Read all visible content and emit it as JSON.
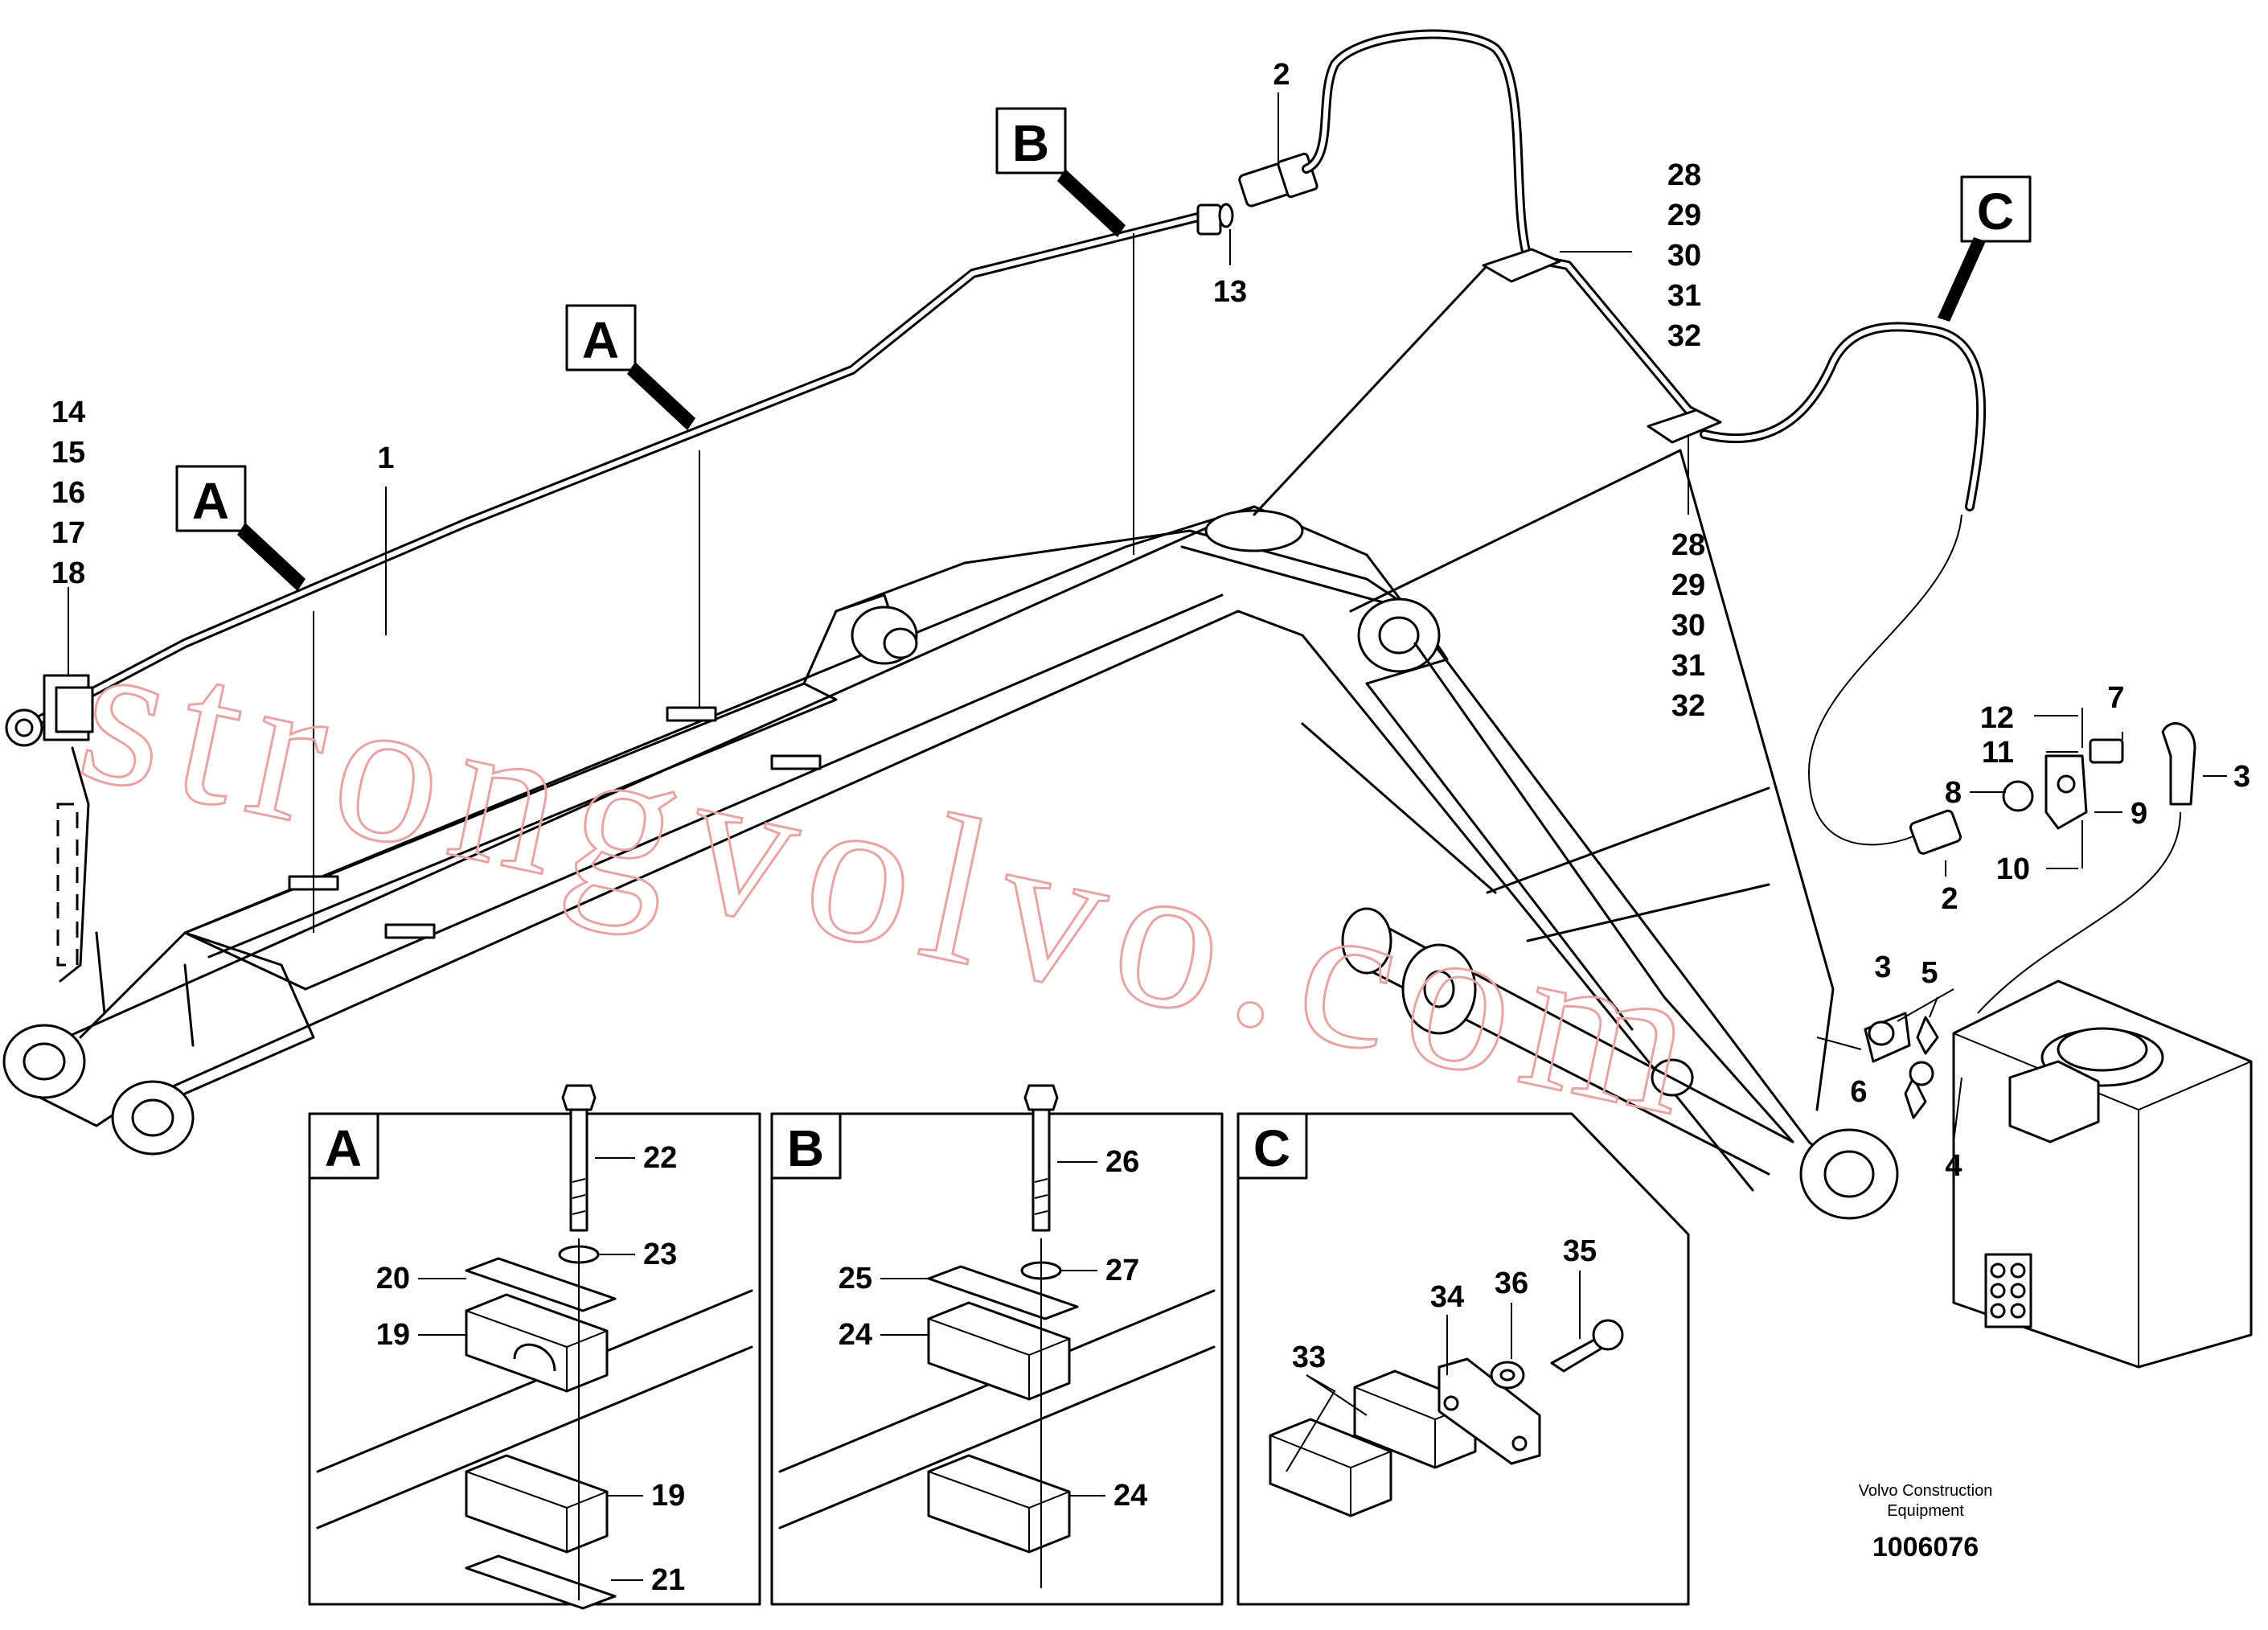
{
  "watermark": "strongvolvo.com",
  "callouts": {
    "tag_a1": "A",
    "tag_a2": "A",
    "tag_b": "B",
    "tag_c": "C"
  },
  "detail_panels": {
    "a": "A",
    "b": "B",
    "c": "C"
  },
  "labels": {
    "l1": "1",
    "l2_top": "2",
    "l13": "13",
    "l14": "14",
    "l15": "15",
    "l16": "16",
    "l17": "17",
    "l18": "18",
    "g1_28": "28",
    "g1_29": "29",
    "g1_30": "30",
    "g1_31": "31",
    "g1_32": "32",
    "g2_28": "28",
    "g2_29": "29",
    "g2_30": "30",
    "g2_31": "31",
    "g2_32": "32",
    "l12": "12",
    "l7": "7",
    "l11": "11",
    "l3_top": "3",
    "l8": "8",
    "l9": "9",
    "l10": "10",
    "l2_low": "2",
    "l3_low": "3",
    "l5": "5",
    "l6": "6",
    "l4": "4",
    "a22": "22",
    "a23": "23",
    "a20": "20",
    "a19_top": "19",
    "a19_bot": "19",
    "a21": "21",
    "b26": "26",
    "b27": "27",
    "b25": "25",
    "b24_top": "24",
    "b24_bot": "24",
    "c35": "35",
    "c36": "36",
    "c34": "34",
    "c33": "33"
  },
  "footer": {
    "line1": "Volvo Construction",
    "line2": "Equipment",
    "number": "1006076"
  }
}
